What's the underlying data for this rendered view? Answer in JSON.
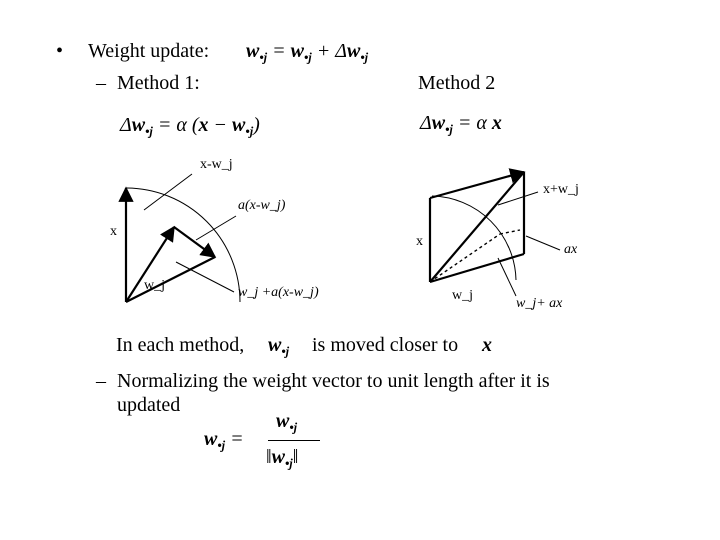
{
  "bullet1": {
    "marker": "•",
    "text": "Weight update:"
  },
  "method1": {
    "marker": "–",
    "text": "Method 1:"
  },
  "method2": {
    "text": "Method 2"
  },
  "labels": {
    "d1_xw": "x-w_j",
    "d1_alpha": "a(x-w_j)",
    "d1_x": "x",
    "d1_wj": "w_j",
    "d1_sum": "w_j +a(x-w_j)",
    "d2_xw": "x+w_j",
    "d2_x": "x",
    "d2_ax": "ax",
    "d2_wj": "w_j",
    "d2_sum": "w_j+ ax"
  },
  "closer": {
    "pre": "In each method,",
    "post": "is moved closer to",
    "var": "x"
  },
  "normalize": {
    "marker": "–",
    "line1": "Normalizing the weight vector to unit length after it is",
    "line2": "updated"
  }
}
